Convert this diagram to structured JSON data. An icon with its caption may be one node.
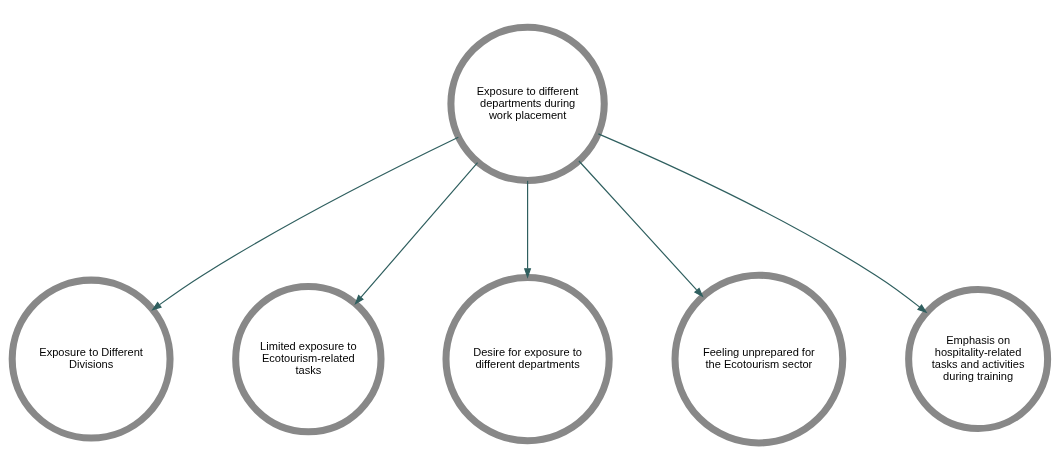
{
  "diagram": {
    "nodes": [
      {
        "text": [
          "Exposure to different departments during work placement"
        ]
      },
      {
        "text": [
          "Exposure to Different Divisions"
        ]
      },
      {
        "text": [
          "Limited exposure to Ecotourism-related tasks"
        ]
      },
      {
        "text": [
          "Desire for exposure to different departments"
        ]
      },
      {
        "text": [
          "Feeling unprepared for the Ecotourism sector"
        ]
      },
      {
        "text": [
          "Emphasis on hospitality-related tasks and activities during training"
        ]
      }
    ],
    "edges": [
      {
        "from": 0,
        "to": 1,
        "arrow": "to"
      },
      {
        "from": 0,
        "to": 2,
        "arrow": "to"
      },
      {
        "from": 0,
        "to": 3,
        "arrow": "to"
      },
      {
        "from": 0,
        "to": 4,
        "arrow": "to"
      },
      {
        "from": 0,
        "to": 5,
        "arrow": "to"
      }
    ]
  }
}
